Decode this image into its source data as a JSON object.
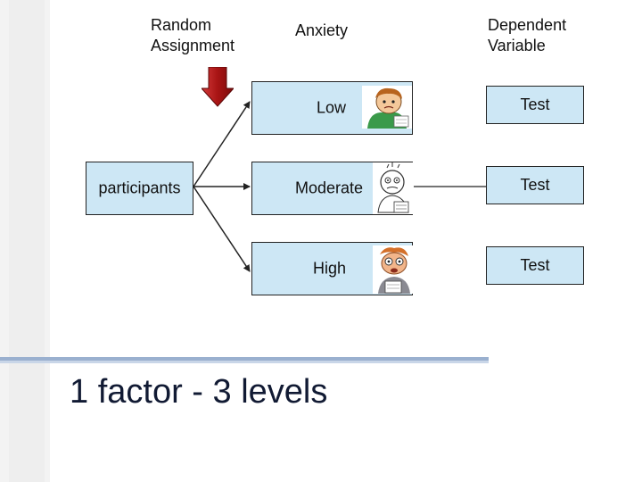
{
  "headers": {
    "random_assignment": "Random\nAssignment",
    "anxiety": "Anxiety",
    "dependent_variable": "Dependent\nVariable"
  },
  "participants": "participants",
  "levels": [
    {
      "label": "Low",
      "image": "anxious-student-low-icon"
    },
    {
      "label": "Moderate",
      "image": "anxious-student-moderate-icon"
    },
    {
      "label": "High",
      "image": "anxious-student-high-icon"
    }
  ],
  "tests": [
    "Test",
    "Test",
    "Test"
  ],
  "title": "1 factor - 3 levels",
  "colors": {
    "box_fill": "#cde7f5",
    "arrow_red": "#b31b1b",
    "bar": "#9ab0cf",
    "title": "#111a33"
  }
}
